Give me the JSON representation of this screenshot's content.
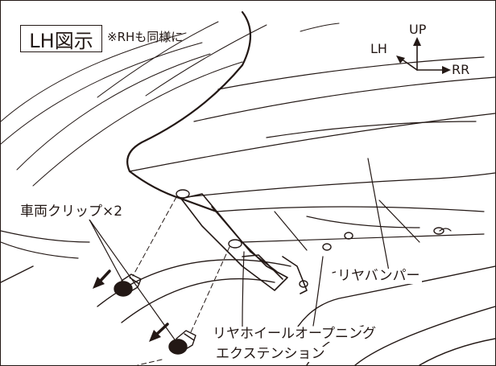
{
  "view_label": "LH図示",
  "note": "※RHも同様に",
  "direction": {
    "up": "UP",
    "lh": "LH",
    "rr": "RR"
  },
  "callouts": {
    "clip": "車両クリップ×2",
    "bumper": "リヤバンパー",
    "extension_line1": "リヤホイールオープニング",
    "extension_line2": "エクステンション"
  },
  "colors": {
    "ink": "#231815",
    "paper": "#ffffff"
  }
}
